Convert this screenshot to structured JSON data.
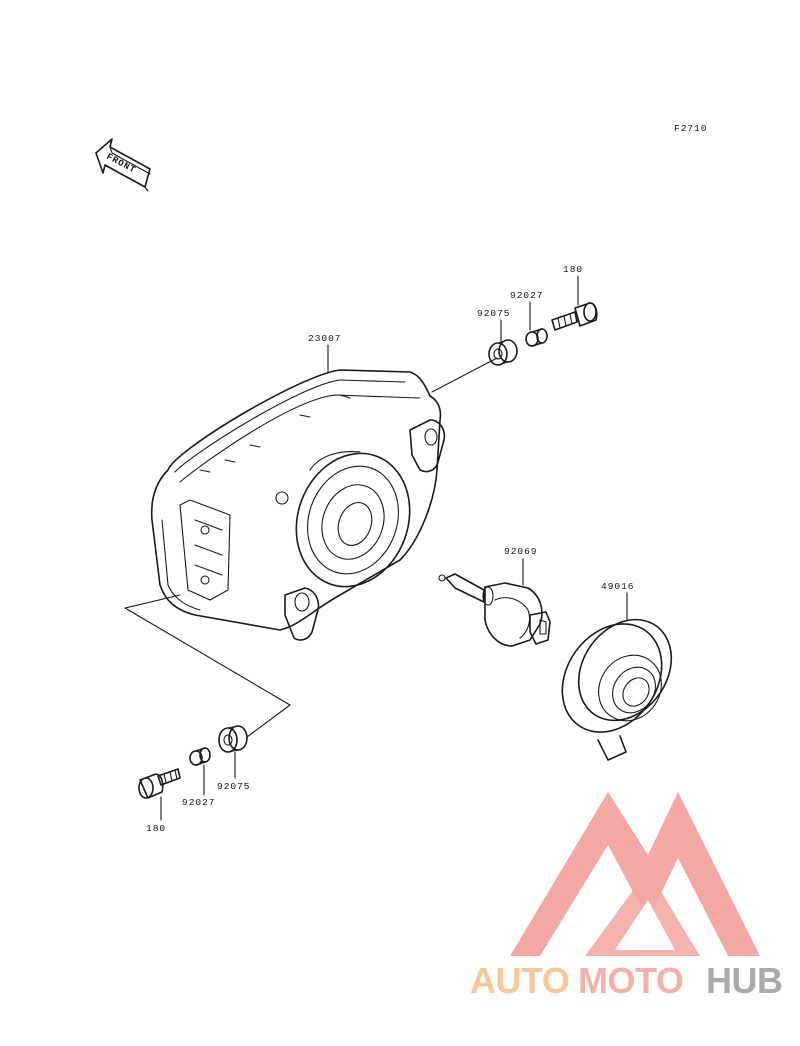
{
  "diagram_code": "F2710",
  "front_label": "FRONT",
  "parts": {
    "headlight_housing": "23007",
    "top_grommet": "92075",
    "top_collar": "92027",
    "top_bolt": "180",
    "bulb": "92069",
    "bulb_cover": "49016",
    "bottom_grommet": "92075",
    "bottom_collar": "92027",
    "bottom_bolt": "180"
  },
  "watermark": {
    "part1": "AUTO",
    "part2": "MOTO",
    "part3": "HUB",
    "colors": {
      "auto": "#f6c089",
      "moto": "#f2a59a",
      "hub": "#9b9b9b",
      "logo": "#f39a93"
    }
  }
}
